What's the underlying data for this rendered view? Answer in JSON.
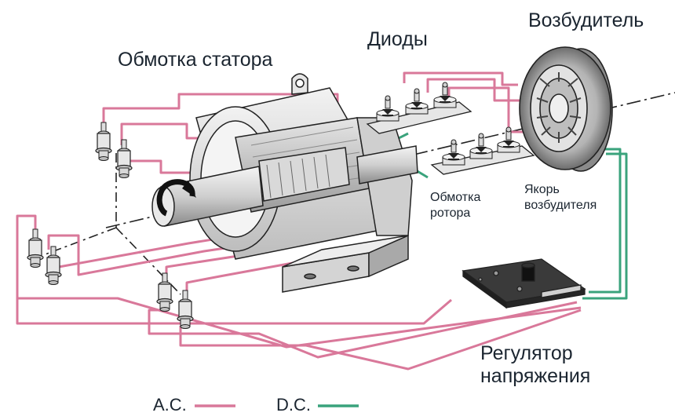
{
  "labels": {
    "stator_winding": "Обмотка статора",
    "diodes": "Диоды",
    "exciter": "Возбудитель",
    "rotor_winding_1": "Обмотка",
    "rotor_winding_2": "ротора",
    "exciter_armature_1": "Якорь",
    "exciter_armature_2": "возбудителя",
    "regulator_1": "Регулятор",
    "regulator_2": "напряжения"
  },
  "legend": [
    {
      "label": "A.C.",
      "color": "#d9789a"
    },
    {
      "label": "D.C.",
      "color": "#3aa37c"
    }
  ],
  "colors": {
    "ac": "#d9789a",
    "dc": "#3aa37c",
    "outline": "#222222",
    "metal_light": "#e8e8e8",
    "metal_mid": "#bfbfbf",
    "metal_dark": "#7a7a7a",
    "board": "#3a3a3a"
  },
  "icons": [
    "rotation-arrow-icon",
    "terminal-post-icon",
    "diode-icon"
  ]
}
